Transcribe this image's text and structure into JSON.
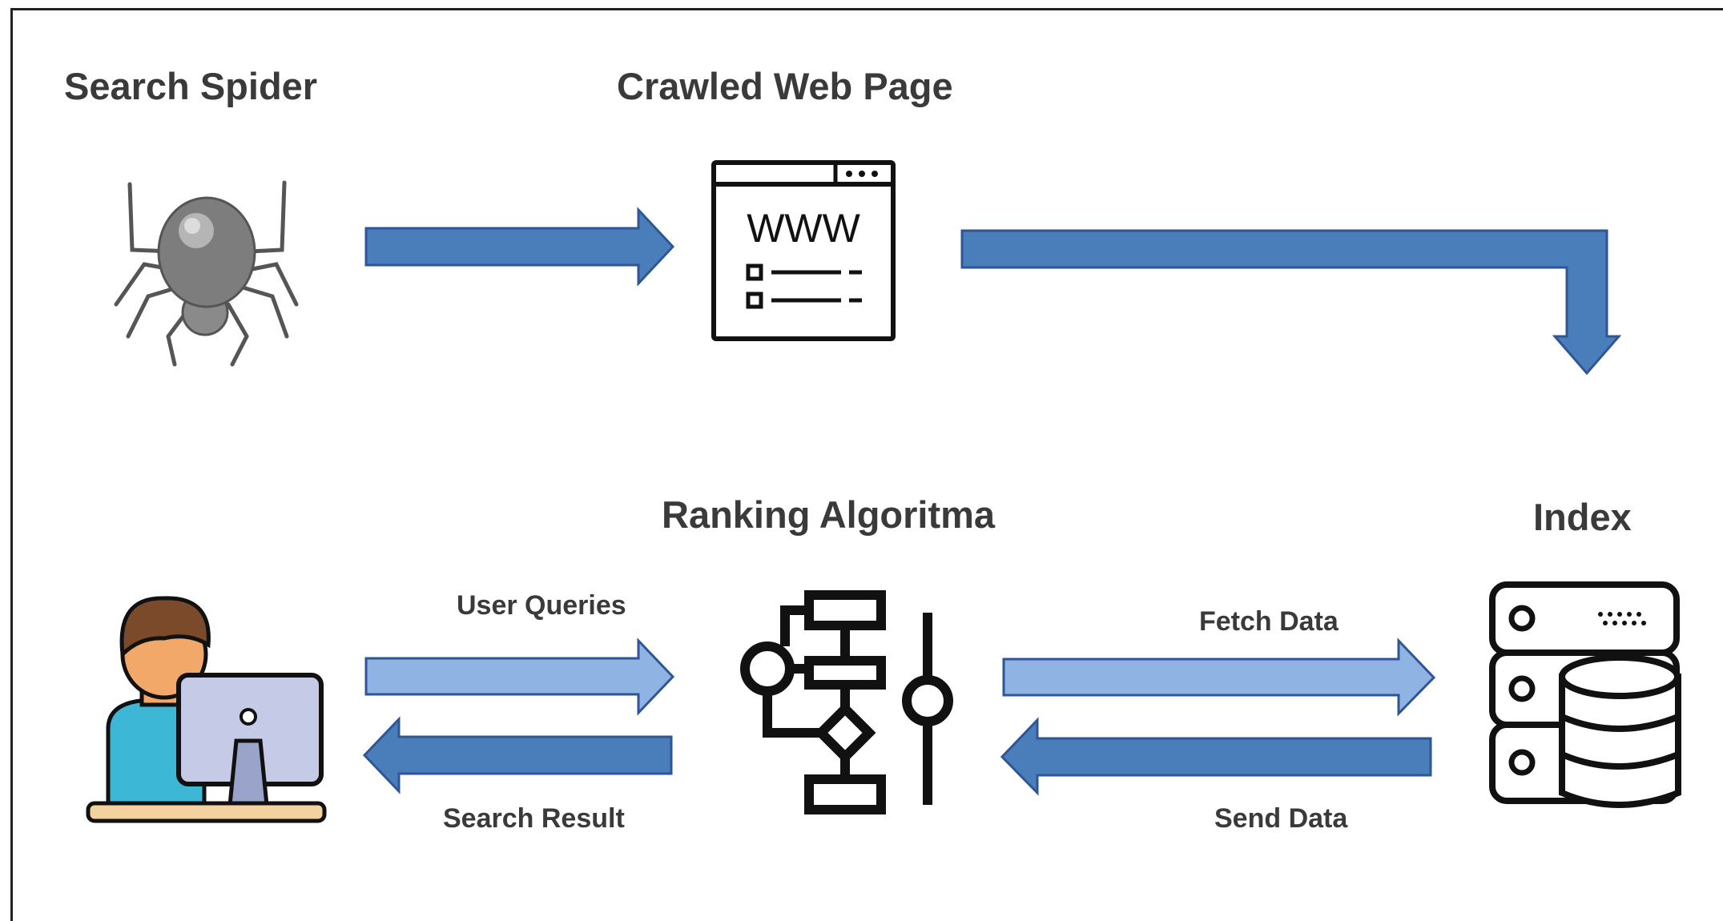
{
  "nodes": {
    "spider": {
      "label": "Search Spider",
      "icon": "spider-icon"
    },
    "webpage": {
      "label": "Crawled Web Page",
      "icon": "web-page-icon",
      "icon_text": "WWW"
    },
    "ranking": {
      "label": "Ranking Algoritma",
      "icon": "flowchart-icon"
    },
    "index": {
      "label": "Index",
      "icon": "database-server-icon"
    },
    "user": {
      "label": "",
      "icon": "user-computer-icon"
    }
  },
  "edges": {
    "user_queries": "User Queries",
    "search_result": "Search Result",
    "fetch_data": "Fetch Data",
    "send_data": "Send Data"
  },
  "colors": {
    "arrow_dark": "#4a7ebb",
    "arrow_light": "#8fb4e3",
    "arrow_stroke": "#2f5597",
    "text": "#3a3a3a"
  }
}
